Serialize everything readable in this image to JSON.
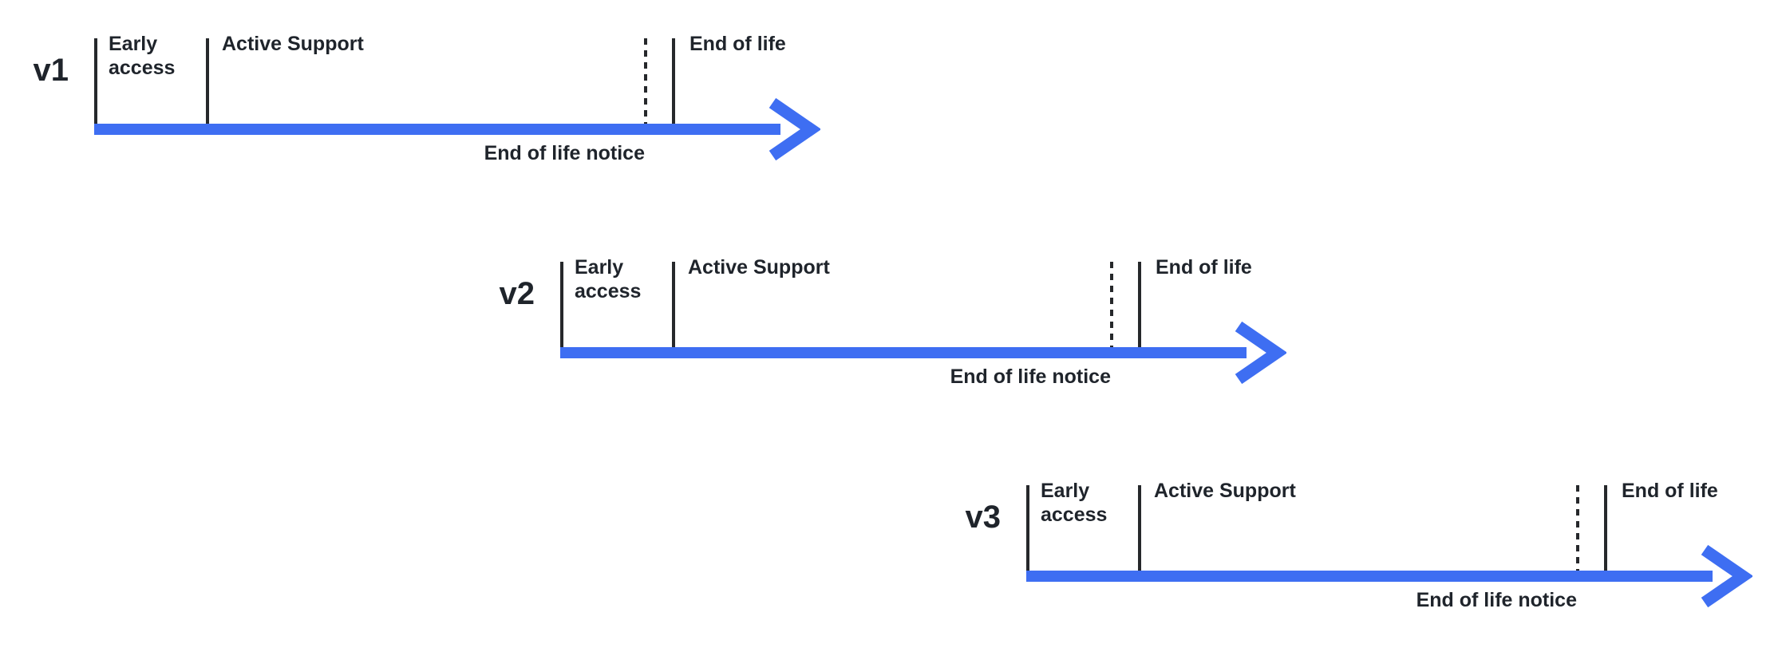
{
  "colors": {
    "background": "#FFFFFF",
    "arrow": "#3E6EF2",
    "line": "#26282B",
    "text": "#1F242B"
  },
  "timelines": [
    {
      "version": "v1",
      "early_access": "Early access",
      "active_support": "Active Support",
      "end_of_life": "End of life",
      "end_of_life_notice": "End of life notice"
    },
    {
      "version": "v2",
      "early_access": "Early access",
      "active_support": "Active Support",
      "end_of_life": "End of life",
      "end_of_life_notice": "End of life notice"
    },
    {
      "version": "v3",
      "early_access": "Early access",
      "active_support": "Active Support",
      "end_of_life": "End of life",
      "end_of_life_notice": "End of life notice"
    }
  ]
}
